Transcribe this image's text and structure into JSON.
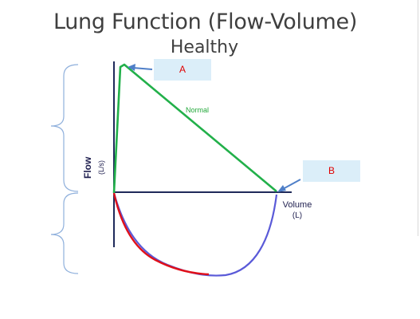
{
  "slide": {
    "title": "Lung Function (Flow-Volume)",
    "subtitle": "Healthy",
    "box_a_label": "A",
    "box_b_label": "B",
    "curve_label": "Normal",
    "x_axis_label": "Volume",
    "x_axis_unit": "(L)",
    "y_axis_label": "Flow",
    "y_axis_unit": "(L/s)"
  },
  "colors": {
    "title_text": "#3f3f3f",
    "box_fill": "#dbeef9",
    "box_text": "#e00000",
    "axis": "#1f2a5a",
    "expiratory_curve": "#22b04a",
    "inspiratory_curve_left": "#e0101a",
    "inspiratory_curve_right": "#5a5ad8",
    "callout_arrow": "#4f7fc8",
    "brace": "#8fb0dc"
  }
}
